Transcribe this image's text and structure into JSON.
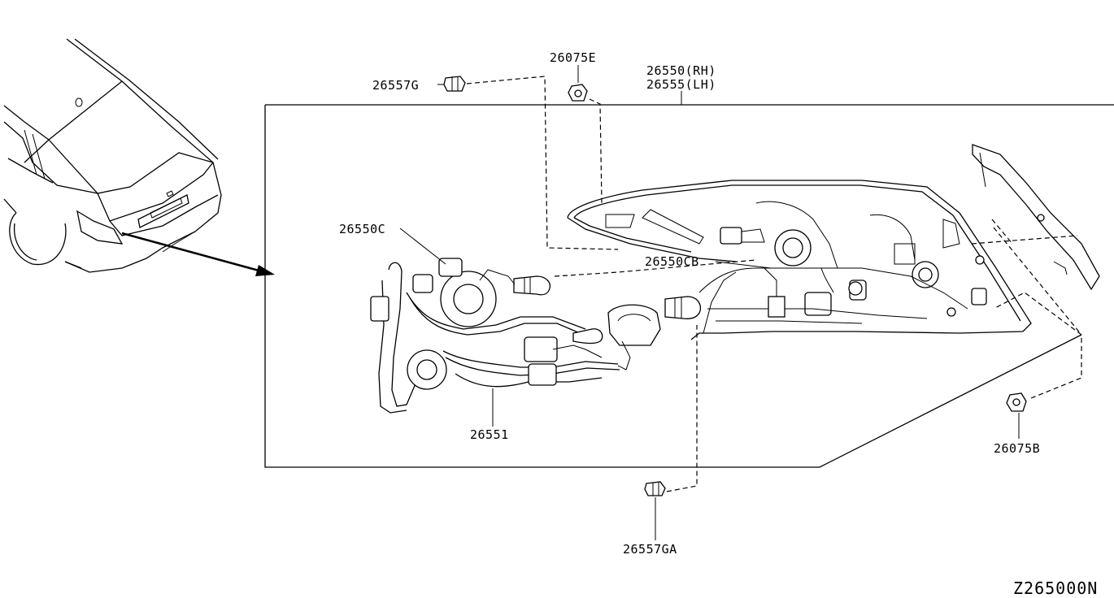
{
  "diagram": {
    "labels": {
      "p26557G": "26557G",
      "p26075E": "26075E",
      "p26550RH": "26550(RH)",
      "p26555LH": "26555(LH)",
      "p26550C": "26550C",
      "p26550CB": "26550CB",
      "p26551": "26551",
      "p26075B": "26075B",
      "p26557GA": "26557GA"
    },
    "diagram_code": "Z265000N"
  }
}
